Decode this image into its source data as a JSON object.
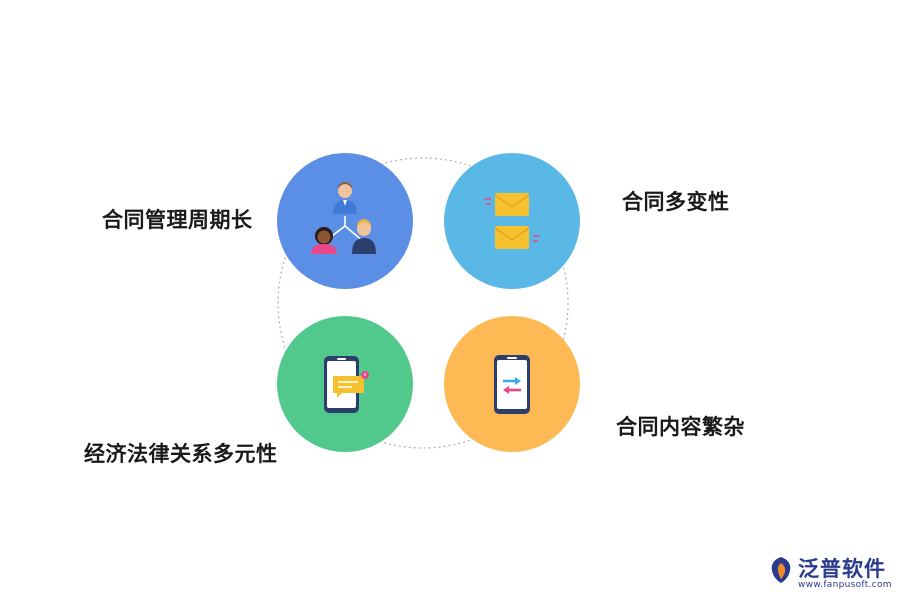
{
  "nodes": [
    {
      "id": "tl",
      "label": "合同管理周期长",
      "color": "#5b8fe6",
      "icon": "people-hierarchy-icon"
    },
    {
      "id": "tr",
      "label": "合同多变性",
      "color": "#5ab8e6",
      "icon": "mail-envelopes-icon"
    },
    {
      "id": "bl",
      "label": "经济法律关系多元性",
      "color": "#52c98c",
      "icon": "phone-notification-icon"
    },
    {
      "id": "br",
      "label": "合同内容繁杂",
      "color": "#fdb954",
      "icon": "phone-transfer-icon"
    }
  ],
  "ring_color": "#b5b5b5",
  "logo": {
    "name": "泛普软件",
    "url": "www.fanpusoft.com",
    "brand_color": "#2a3a8c",
    "accent_color": "#f08a2a"
  }
}
